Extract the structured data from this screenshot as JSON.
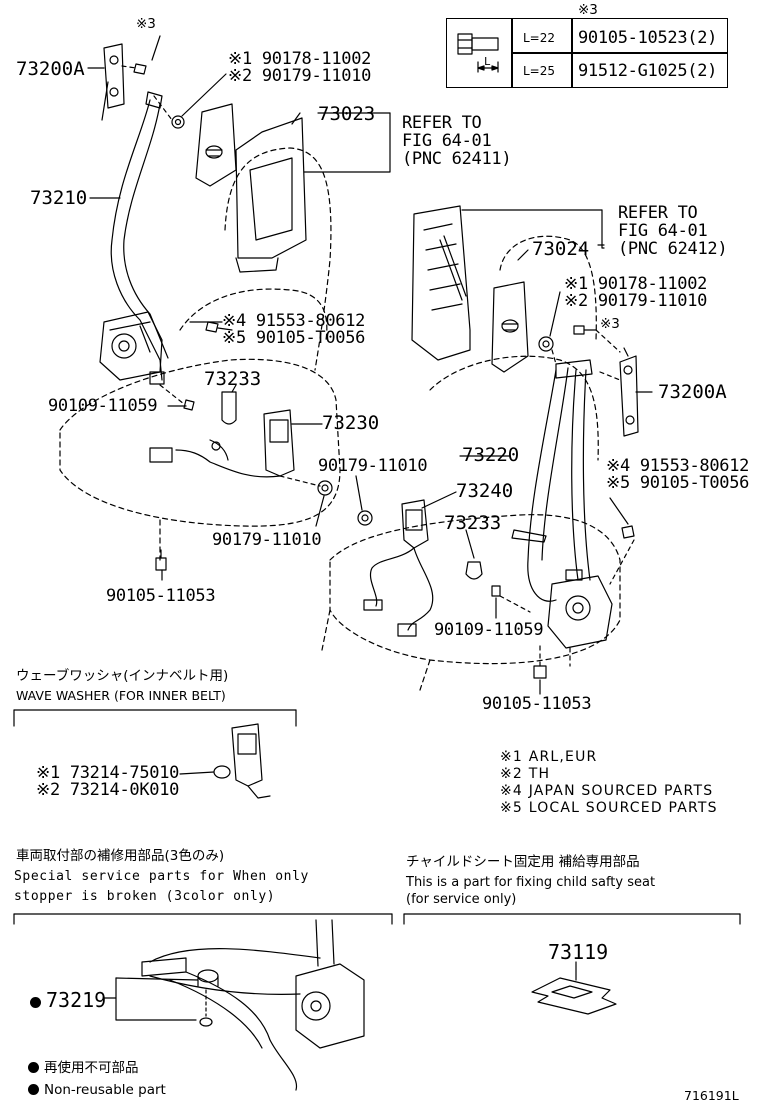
{
  "table": {
    "note_mark": "※3",
    "rows": [
      {
        "length": "L=22",
        "part": "90105-10523(2)"
      },
      {
        "length": "L=25",
        "part": "91512-G1025(2)"
      }
    ],
    "dim_label": "L"
  },
  "callouts": {
    "c73200A_left": "73200A",
    "note3_left": "※3",
    "washer_l1": "※1 90178-11002",
    "washer_l2": "※2 90179-11010",
    "c73023": "73023",
    "refer1_l1": "REFER TO",
    "refer1_l2": "FIG 64-01",
    "refer1_l3": "(PNC 62411)",
    "c73210": "73210",
    "refer2_l1": "REFER TO",
    "refer2_l2": "FIG 64-01",
    "refer2_l3": "(PNC 62412)",
    "c73024": "73024",
    "washer_r1": "※1 90178-11002",
    "washer_r2": "※2 90179-11010",
    "note3_right": "※3",
    "c73200A_right": "73200A",
    "bolt_l1": "※4 91553-80612",
    "bolt_l2": "※5 90105-T0056",
    "c73233_left": "73233",
    "c90109_left": "90109-11059",
    "c73230": "73230",
    "c90179_mid": "90179-11010",
    "c73220": "73220",
    "bolt_r1": "※4 91553-80612",
    "bolt_r2": "※5 90105-T0056",
    "c73240": "73240",
    "c90179_bottom": "90179-11010",
    "c73233_right": "73233",
    "c90105_left": "90105-11053",
    "c90109_right": "90109-11059",
    "c90105_right": "90105-11053"
  },
  "wave_washer": {
    "title_jp": "ウェーブワッシャ(インナベルト用)",
    "title_en": "WAVE WASHER (FOR INNER BELT)",
    "part1": "※1 73214-75010",
    "part2": "※2 73214-0K010"
  },
  "legend": {
    "n1": "※1 ARL,EUR",
    "n2": "※2 TH",
    "n4": "※4 JAPAN SOURCED PARTS",
    "n5": "※5 LOCAL SOURCED PARTS"
  },
  "special": {
    "title_jp": "車両取付部の補修用部品(3色のみ)",
    "line1": "Special  service  parts  for  When  only",
    "line2": "stopper  is  broken  (3color  only)",
    "part": "73219"
  },
  "child": {
    "title_jp": "チャイルドシート固定用  補給専用部品",
    "line1": "This is a part for fixing child safty seat",
    "line2": "(for service only)",
    "part": "73119"
  },
  "footnote": {
    "jp": "再使用不可部品",
    "en": "Non-reusable part"
  },
  "figure_id": "716191L"
}
